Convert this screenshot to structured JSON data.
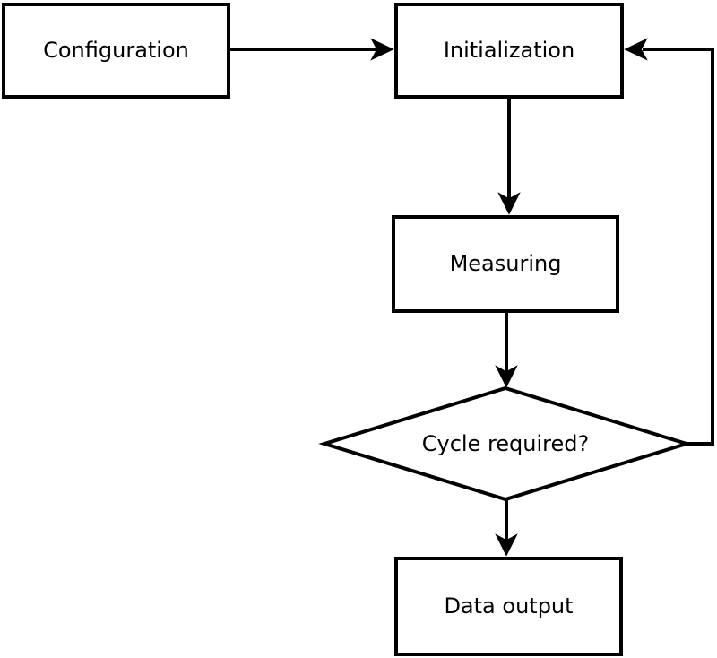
{
  "diagram": {
    "background_color": "#ffffff",
    "stroke_color": "#000000",
    "text_color": "#000000",
    "type": "flowchart",
    "nodes": {
      "configuration": {
        "label": "Configuration",
        "shape": "rectangle"
      },
      "initialization": {
        "label": "Initialization",
        "shape": "rectangle"
      },
      "measuring": {
        "label": "Measuring",
        "shape": "rectangle"
      },
      "cycle_required": {
        "label": "Cycle required?",
        "shape": "diamond"
      },
      "data_output": {
        "label": "Data output",
        "shape": "rectangle"
      }
    },
    "edges": [
      {
        "from": "configuration",
        "to": "initialization",
        "kind": "forward"
      },
      {
        "from": "initialization",
        "to": "measuring",
        "kind": "forward"
      },
      {
        "from": "measuring",
        "to": "cycle_required",
        "kind": "forward"
      },
      {
        "from": "cycle_required",
        "to": "data_output",
        "kind": "forward"
      },
      {
        "from": "cycle_required",
        "to": "initialization",
        "kind": "feedback-loop"
      }
    ]
  }
}
